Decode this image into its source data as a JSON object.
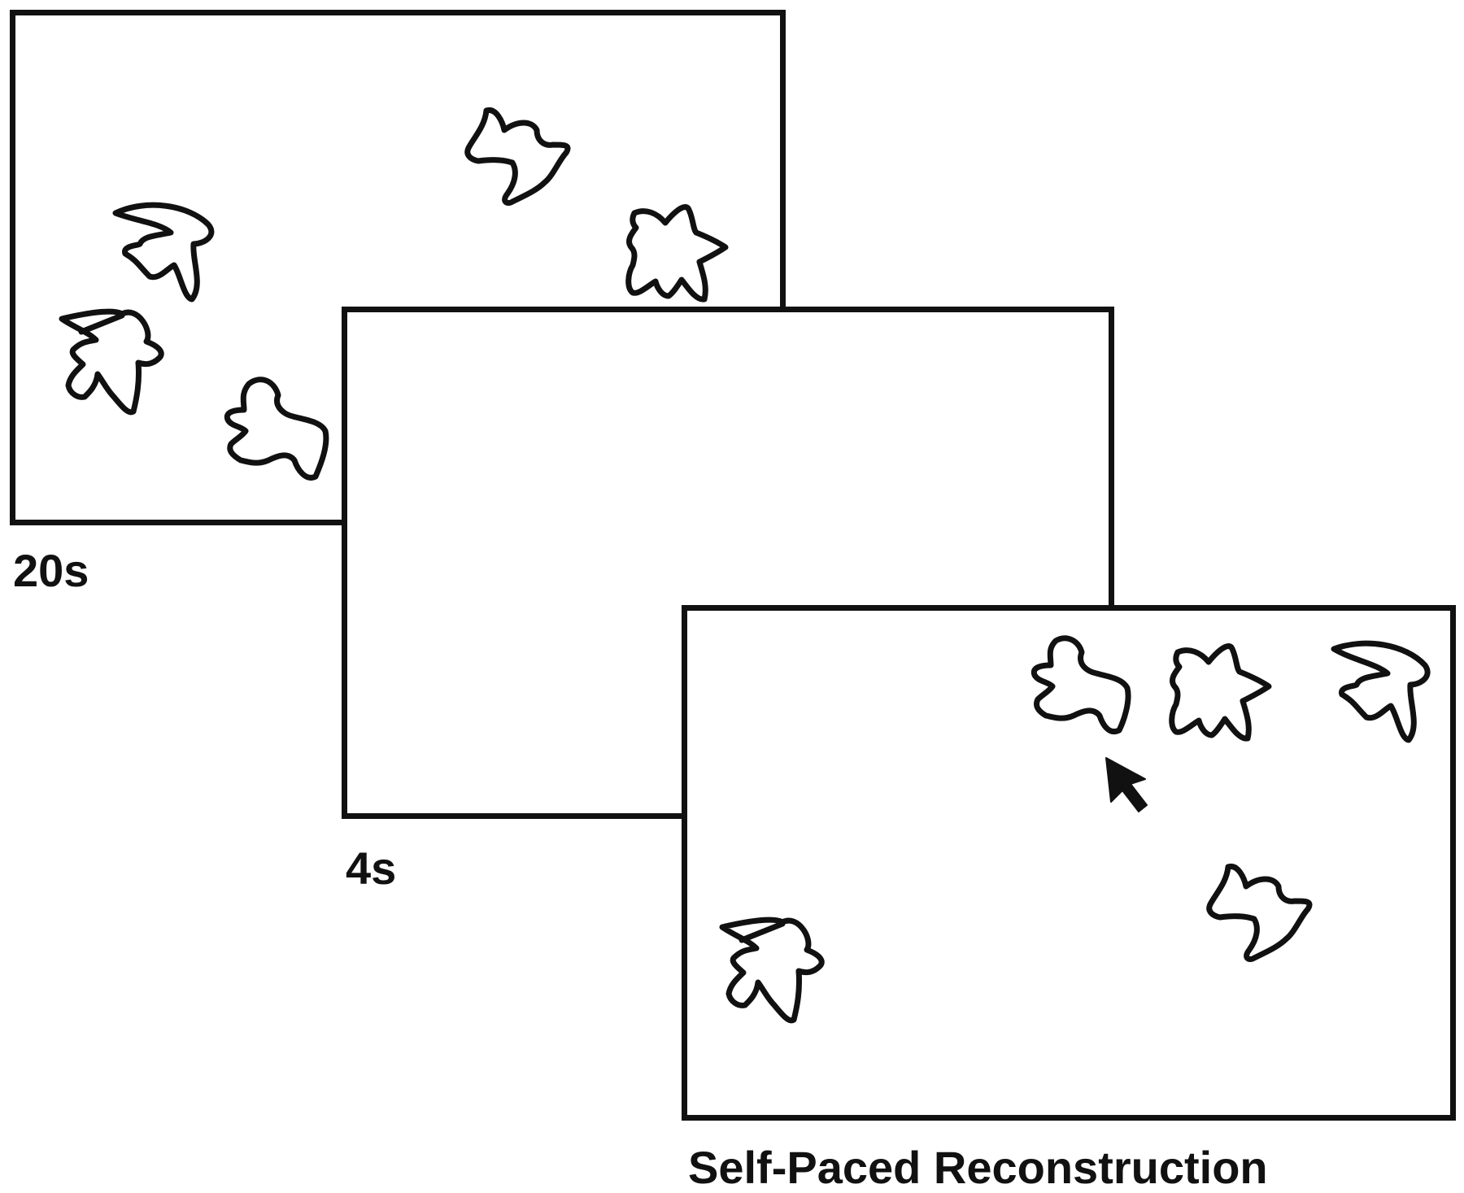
{
  "panels": [
    {
      "id": "study",
      "label": "20s",
      "objects": [
        "swoop",
        "bird",
        "blob",
        "hook",
        "star"
      ]
    },
    {
      "id": "delay",
      "label": "4s",
      "objects": []
    },
    {
      "id": "recon",
      "label": "Self-Paced Reconstruction",
      "objects": [
        "blob",
        "star",
        "swoop",
        "hook",
        "bird"
      ]
    }
  ],
  "cursor_icon": "arrow-cursor-icon"
}
